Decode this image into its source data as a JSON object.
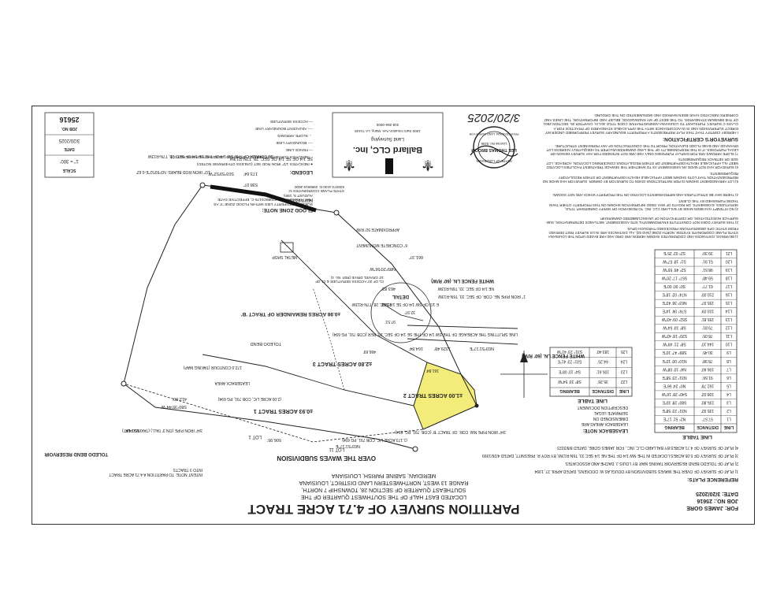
{
  "title": "PARTITION SURVEY OF 4.71 ACRE TRACT",
  "subtitle_lines": [
    "LOCATED EAST HALF OF THE SOUTHWEST QUARTER OF THE",
    "SOUTHEAST QUARTER OF SECTION 28, TOWNSHIP 7 NORTH,",
    "RANGE 13 WEST, NORTHWESTERN LAND DISTRICT, LOUISIANA",
    "MERIDIAN, SABINE PARISH, LOUISIANA"
  ],
  "header": {
    "for": "FOR: JAMES GORE",
    "job": "JOB NO.: 25616",
    "date": "DATE: 3/20/2025"
  },
  "reference_plats": {
    "title": "REFERENCE PLATS:",
    "items": [
      "1) PLAT OF SURVEY OF OVER THE WAVES SUBDIVISION BY DOUGLAS W. DOCKENS, DATED APRIL 27, 1994",
      "2) PLAT OF TOLEDO BEND RESERVOIR TAKING MAP, BY LOUIS J. DACHE AND ASSOCIATES",
      "3) PLAT OF SURVEY OF 5.05 ACRES LOCATED IN THE NW 1/4 OF THE NE 1/4 SEC 33, T6N-R13W, BY ROY R. PRESNITT, DATED 4/26/1999",
      "4) PLAT OF SURVEY OF 4.71 ACRES BY BALLARD CLC, INC., FOR JAMES GORE, DATED 8/8/2023"
    ]
  },
  "line_table": {
    "title": "LINE TABLE",
    "headers": [
      "LINE",
      "DISTANCE",
      "BEARING"
    ],
    "rows": [
      [
        "L1",
        "57.57'",
        "N2° 51' 17\"E"
      ],
      [
        "L2",
        "135.92'",
        "N31° 23' 58\"E"
      ],
      [
        "L3",
        "235.80'",
        "S80° 28' 33\"E"
      ],
      [
        "L4",
        "108.02'",
        "S40° 28' 16\"W"
      ],
      [
        "L5",
        "162.78'",
        "N0° 24' 56\"E"
      ],
      [
        "L6",
        "91.56'",
        "N31° 23' 58\"E"
      ],
      [
        "L7",
        "106.60'",
        "N4° 10' 08\"W"
      ],
      [
        "L8",
        "78.98'",
        "N10° 00' 10\"E"
      ],
      [
        "L9",
        "30.45'",
        "S89° 47' 10\"E"
      ],
      [
        "L10",
        "144.10'",
        "S8° 21' 49\"W"
      ],
      [
        "L11",
        "78.05'",
        "S20° 18' 43\"W"
      ],
      [
        "L12",
        "79.81'",
        "S8° 33' 54\"W"
      ],
      [
        "L13",
        "155.81'",
        "S52° 09' 43\"W"
      ],
      [
        "L14",
        "103.09'",
        "S76° 06' 14\"E"
      ],
      [
        "L15",
        "155.97'",
        "N63° 36' 43\"E"
      ],
      [
        "L16",
        "210.00'",
        "N74° 02' 18\"E"
      ],
      [
        "L17",
        "61.77'",
        "S0° 00' 00\"E"
      ],
      [
        "L18",
        "59.48'",
        "S57° 17' 20\"W"
      ],
      [
        "L19",
        "98.51'",
        "S2° 45' 55\"W"
      ],
      [
        "L20",
        "51.91'",
        "S1° 18' 57\"W"
      ],
      [
        "L21",
        "39.30'",
        "S2° 02' 25\"E"
      ]
    ]
  },
  "line_table_2": {
    "title": "LINE TABLE",
    "headers": [
      "LINE",
      "DISTANCE",
      "BEARING"
    ],
    "rows": [
      [
        "L22",
        "35.26'",
        "S8° 33' 54\"W"
      ],
      [
        "L23",
        "105.61'",
        "S4° 10' 08\"E"
      ],
      [
        "L24",
        "64.25'",
        "S31° 23' 41\"E"
      ],
      [
        "L25",
        "183.40'",
        "S31° 23' 41\"W"
      ]
    ]
  },
  "leaseback_note": {
    "title": "LEASEBACK NOTE:",
    "lines": [
      "LEASEBACK AREAS ARE",
      "DIMENSIONED ON",
      "SEPARATE LEGAL",
      "DESCRIPTION DOCUMENT."
    ]
  },
  "notes": [
    "1) BEARINGS, DISTANCES AND COORDINATES SHOWN HEREIN ARE GRID AND ARE BASED UPON THE LOUISIANA STATE PLANE COORDINATE SYSTEM, NORTH ZONE (NAD 83). ALL DISTANCES ARE IN US SURVEY FEET DERIVED FROM STATIC GPS OBSERVATIONS PROCESSED THROUGH OPUS.",
    "2) THIS SURVEY DOES NOT CONSTITUTE ENVIRONMENTAL SITE ASSESSMENT, WETLANDS DETERMINATION, SUB-SURFACE INVESTIGATION, OR CERTIFICATION OF UN-ENCUMBERED OWNERSHIP.",
    "3) NO ATTEMPT HAS BEEN MADE BY BALLARD CLC, INC. TO RESEARCH OR VERIFY OWNERSHIP, TITLE, SERVITUDES, EASEMENTS, OR RIGHTS OF WAY. DEED INFORMATION SHOWN ON THIS PROPERTY OTHER THAN THOSE FURNISHED BY THE CLIENT.",
    "4) THERE MAY BE STRUCTURES AND IMPROVEMENTS LOCATED ON THE PROPERTY WHICH ARE NOT SHOWN.",
    "5) LOT ARRANGEMENT SHOWN IS PER INSTRUCTIONS GIVEN TO SURVEYOR BY OWNER. SURVEYOR HAS MADE NO REPRESENTATION THAT LOTS SHOWN MEET APPLICABLE HEALTH DEPARTMENT OR OTHER REGULATORY REQUIREMENTS.",
    "6) SURVEYOR HAS NOT MADE AN ASSESSMENT AS TO WHETHER THE SEWAGE TREATMENT FACILITIES LOCATED MEET ALL APPLICABLE HEALTH DEPARTMENT OR OTHER REGULATIONS CONCERNING LOCATION, ACREAGE, LOT SIZE OR SETBACK REQUIREMENTS.",
    "7) SLOPE ARROWS ARE FOR DISPLAY PURPOSES ONLY AND ARE NOT INTENDED FOR ANY SURVEY DESIGN OR LEGAL PURPOSES. IT IS THE RESPONSIBILITY OF THE LAND OWNER/DEVELOPER TO ADEQUATELY ADDRESS LOT DRAINAGE AND BASE FLOOD ELEVATION, PRIOR TO THE CONSTRUCTION OF ANY PERMANENT STRUCTURE."
  ],
  "certification": {
    "title": "SURVEYOR'S CERTIFICATION:",
    "text": "I HEREBY CERTIFY THAT THIS PLAT REPRESENTS A PROPERTY BOUNDARY SURVEY PERFORMED UNDER MY DIRECT SUPERVISION AND IS IN ACCORDANCE WITH THE APPLICABLE STANDARDS OF PRACTICE FOR A CLASS C SURVEY, PURSUANT TO LOUISIANA ADMINISTRATIVE CODE TITLE 46:LXI, CHAPTER 25, SECTION 2501 OF THE MINIMUM STANDARDS. TO THE BEST OF MY KNOWLEDGE, BELIEF AND INFORMATION, THE LINES AND CORNERS INDICATED HAVE BEEN MARKED AND MONUMENTED ON THE GROUND."
  },
  "seal": {
    "name": "LEE THOMAS BROOM",
    "license": "License No. 5196",
    "state": "STATE OF LOUISIANA",
    "role": "PROFESSIONAL LAND SURVEYOR"
  },
  "signature_date": "3/20/2025",
  "legend": {
    "title": "LEGEND:",
    "items": [
      "● INDICATES 1/2\" IRON ROD SET (UNLESS OTHERWISE NOTED)",
      "○ INDICATES CORNERS FOUND (1/2\" IRON ROD UNLESS OTHERWISE NOTED)",
      "— FENCE LINE",
      "---- BOUNDARY LINE",
      "→ SLOPE ARROWS",
      "---- ADJACENT BOUNDARY LINE",
      "— ACCESS SERVITUDE"
    ]
  },
  "flood_zone_note": {
    "title": "FLOOD ZONE NOTE:",
    "text": "SUBJECT PROPERTY LIES WITHIN FLOOD ZONE 'X' AS PER FIRM MAP NO. 22085C0175 C, EFFECTIVE DATE AUGUST 5, 1991."
  },
  "company": {
    "name": "Ballard CLC, Inc.",
    "sub": "Land Surveying",
    "address": "1000 Sam Houston Ave. Many, LA 71449",
    "phone": "318-256-0000"
  },
  "title_block": {
    "scale_label": "SCALE",
    "scale": "1\" = 300'",
    "job_label": "JOB NO.",
    "job": "25616",
    "date_label": "DATE",
    "date": "3/20/2025"
  },
  "map_labels": {
    "over_the_waves": "OVER THE WAVES SUBDIVISION",
    "lot_11": "LOT 11",
    "lot_1": "LOT 1",
    "toledo_bend": "TOLEDO BEND RESERVOIR",
    "intent": "INTENT NOTE: TO PARTITION A 4.71 ACRE TRACT INTO 3 TRACTS",
    "tract_1": "±0.93 ACRES TRACT 1",
    "tract_2": "±1.00 ACRES TRACT 2",
    "tract_3": "±2.80 ACRES TRACT 3",
    "remainder": "±0.98 ACRES REMAINDER OF TRACT 'B'",
    "white_fence": "WHITE FENCE LN. (60' R/W)",
    "white_fence_2": "WHITE FENCE LN. (60' R/W)",
    "iron_pipe_a": "3/4\" IRON PIPE NW. COR. OF TRACT 'B' (COB. 791, PG. 694)",
    "iron_pipe_b": "1\" IRON PIPE NE. COR. OF SEC. 33, T6N-R13W",
    "iron_pipe_c": "3/4\" IRON PIPE (ON 3' TALL) (TAKING PLAT)",
    "iron_rod": "1/2\" IRON ROD BEARS: N3°59'52\"E-0.62'",
    "split_line": "LINE SPLITTING THE ACREAGE OF THE SW 1/4 OF THE SE 1/4 OF SEC. 28, PER (COB 791, PG 694)",
    "bearing_top": "N03°51'17\"E",
    "dist_top": "506.95'",
    "bearing_left": "N03°51'17\"E",
    "dist_left": "1329.48'",
    "dist_164": "164.84'",
    "bearing_bottom": "N03°59'52\"E",
    "dist_bottom": "538.07'",
    "dist_173": "173.64'",
    "bearing_s03": "S03°59'52\"W",
    "dist_463": "463.83'",
    "bearing_n89": "N89°20'56\"W",
    "dist_661": "661.37'",
    "sec_33": "SE 1/4 OF SE 1/4 OF SEC. 28, T7N-R13W",
    "ne_sec_33": "NE 1/4 OF SEC. 33, T6N-R13W",
    "e_half": "E 1/2 OF SW 1/4 OF SE 1/4 SEC. 28, T7N-R13W",
    "se_corner": "SE CORNER OF THE SW 1/4 OF THE SE 1/4 OF SEC. 28, T7N-R13W",
    "detail": "DETAIL",
    "metal_shop": "METAL SHOP",
    "toledo_bend_dr": "TOLEDO BEND",
    "acreage_173": "(1.173 ACRE L/C, COB 791, PG 694)",
    "acreage_2": "(2.00 ACRE L/C, COB 791, PG 694)",
    "access": "CL OF 20' ACCESS SERVITUDE & CL OF 10' GRAVEL DRIVE (REF. No. 4)",
    "concrete_mon": "6\" CONCRETE MONUMENT",
    "state_plane": "STATE PLANE COORDINATES N: 539374.4430 E: 2986919.3600",
    "aproximate": "APPROXIMATE 50' R/W",
    "leaseback": "LEASEBACK AREA",
    "contour": "172.0 CONTOUR (TAKING MAP)",
    "s8035": "S80°35'44\"W",
    "dist_412": "412.60'",
    "dist_150": "150.48'",
    "dist_97": "97.51'",
    "dist_32": "32.97'",
    "dist_23": "23.83'",
    "dist_466": "466.69'",
    "dist_161": "161.84'"
  }
}
